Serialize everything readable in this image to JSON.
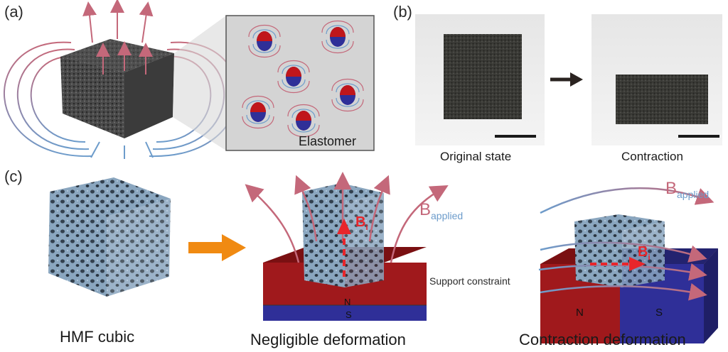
{
  "panels": {
    "a": {
      "label": "(a)",
      "inset_label": "Elastomer"
    },
    "b": {
      "label": "(b)",
      "left_caption": "Original state",
      "right_caption": "Contraction"
    },
    "c": {
      "label": "(c)",
      "cube_caption": "HMF cubic",
      "middle_caption": "Negligible deformation",
      "right_caption": "Contraction deformation",
      "b_field_symbol": "B",
      "b_field_sub": "i",
      "b_applied_symbol": "B",
      "b_applied_sub": "applied",
      "support_label": "Support constraint",
      "pole_n": "N",
      "pole_s": "S"
    }
  },
  "colors": {
    "field_red": "#c4687a",
    "field_blue": "#6d9ccb",
    "magnet_red": "#a0191c",
    "magnet_blue": "#2f2f98",
    "foam_blue": "#8aa6bf",
    "orange_arrow": "#f08a12",
    "dashed_red": "#e8262b"
  }
}
